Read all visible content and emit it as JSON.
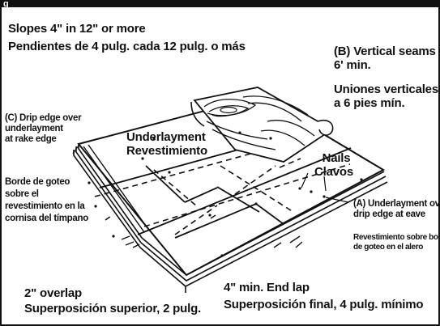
{
  "header": {
    "slope_en": "Slopes 4\" in 12\" or more",
    "slope_es": "Pendientes de 4 pulg. cada 12 pulg. o más"
  },
  "labels": {
    "vertical_seams_en_1": "(B) Vertical seams",
    "vertical_seams_en_2": "6' min.",
    "vertical_seams_es_1": "Uniones verticales",
    "vertical_seams_es_2": "a 6 pies mín.",
    "drip_rake_en_1": "(C) Drip edge over",
    "drip_rake_en_2": "underlayment",
    "drip_rake_en_3": "at rake edge",
    "drip_rake_es_1": "Borde de goteo",
    "drip_rake_es_2": "sobre el",
    "drip_rake_es_3": "revestimiento en la",
    "drip_rake_es_4": "cornisa del tímpano",
    "underlayment_en": "Underlayment",
    "underlayment_es": "Revestimiento",
    "nails_en": "Nails",
    "nails_es": "Clavos",
    "eave_en_1": "(A) Underlayment over",
    "eave_en_2": "drip edge at eave",
    "eave_es_1": "Revestimiento sobre borde",
    "eave_es_2": "de goteo en el alero",
    "overlap_en": "2\" overlap",
    "overlap_es": "Superposición superior, 2 pulg.",
    "endlap_en": "4\" min. End lap",
    "endlap_es": "Superposición final, 4 pulg. mínimo"
  },
  "colors": {
    "ink": "#111111",
    "paper": "#ffffff",
    "wood": "#ffffff"
  }
}
